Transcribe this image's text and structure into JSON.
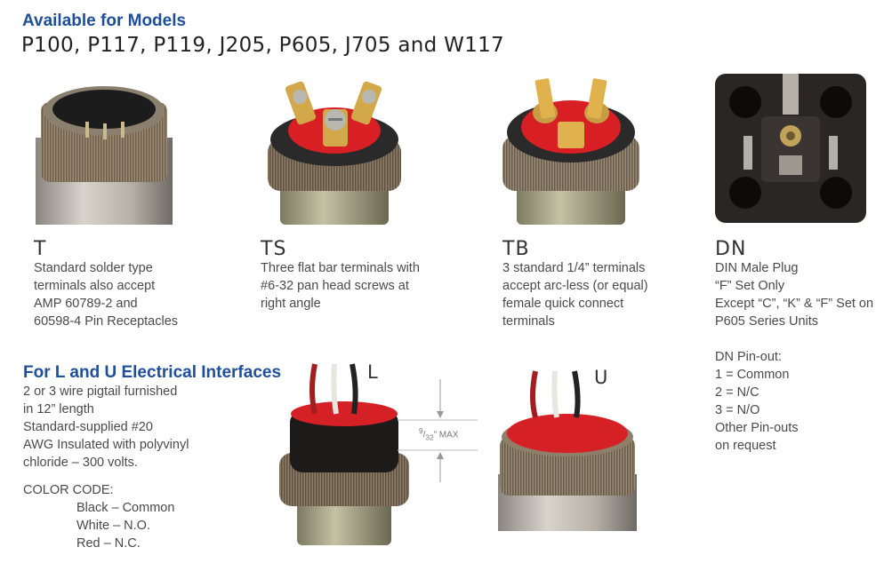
{
  "header": {
    "title": "Available for Models",
    "models": "P100, P117, P119, J205, P605, J705 and W117"
  },
  "terminals": [
    {
      "code": "T",
      "desc": "Standard solder type\nterminals also accept\nAMP 60789-2 and\n60598-4 Pin Receptacles"
    },
    {
      "code": "TS",
      "desc": "Three flat bar terminals with\n#6-32 pan head screws at\nright angle"
    },
    {
      "code": "TB",
      "desc": "3 standard 1/4” terminals\naccept arc-less (or equal)\nfemale quick connect\nterminals"
    },
    {
      "code": "DN",
      "desc": "DIN Male Plug\n“F” Set Only\nExcept “C”, “K” & “F” Set on\nP605 Series Units"
    }
  ],
  "pinout": {
    "text": "DN Pin-out:\n1 = Common\n2 = N/C\n3 = N/O\nOther Pin-outs\non request"
  },
  "interfaces": {
    "title": "For L and U Electrical Interfaces",
    "desc": "2 or 3 wire pigtail furnished\nin 12” length\nStandard-supplied #20\nAWG Insulated with polyvinyl\nchloride – 300 volts.",
    "color_code_label": "COLOR CODE:",
    "colors": [
      "Black – Common",
      "White – N.O.",
      "Red – N.C."
    ],
    "label_l": "L",
    "label_u": "U",
    "dimension_num": "9",
    "dimension_den": "32",
    "dimension_rest": "” MAX"
  }
}
